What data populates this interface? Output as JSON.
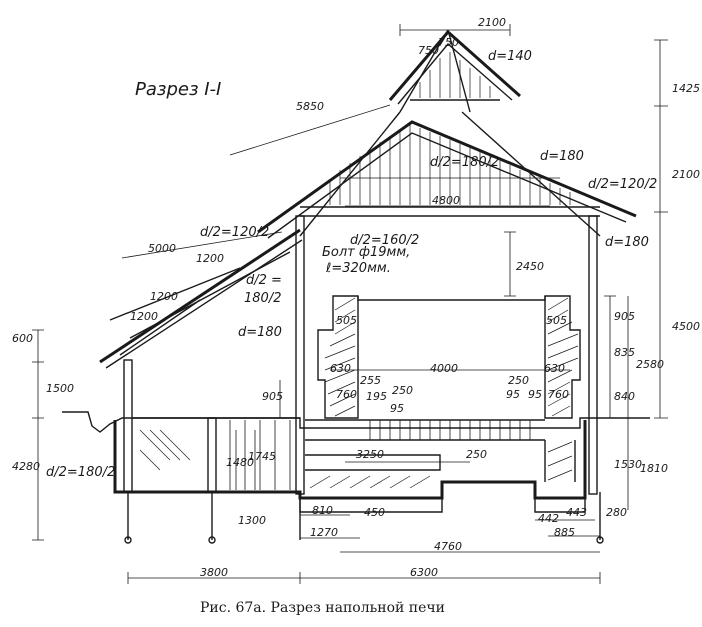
{
  "title": "Разрез I-I",
  "caption": "Рис. 67а. Разрез напольной печи",
  "labels": {
    "d140": "d=140",
    "d180_top": "d=180",
    "d180_right": "d=180",
    "d180_left": "d=180",
    "d180_2_top": "d/2=180/2",
    "d120_2_right": "d/2=120/2",
    "d120_2_left": "d/2=120/2",
    "d160_2": "d/2=160/2",
    "d2_left": "d/2 =",
    "d2_left_val": "180/2",
    "d180_2_ground": "d/2=180/2",
    "bolt1": "Болт ф19мм,",
    "bolt2": "ℓ=320мм."
  },
  "dims": {
    "d2100_top": "2100",
    "d750a": "750",
    "d750b": "750",
    "d5850": "5850",
    "d1425": "1425",
    "d2100_right": "2100",
    "d4800": "4800",
    "d2450": "2450",
    "d4500": "4500",
    "d2580": "2580",
    "d905_right": "905",
    "d835": "835",
    "d840": "840",
    "d1530": "1530",
    "d1810": "1810",
    "d5000": "5000",
    "d1200a": "1200",
    "d1200b": "1200",
    "d1200c": "1200",
    "d600": "600",
    "d1500": "1500",
    "d4280": "4280",
    "d505_left": "505",
    "d505_right": "505",
    "d630_left": "630",
    "d630_right": "630",
    "d4000": "4000",
    "d760_left": "760",
    "d760_right": "760",
    "d255": "255",
    "d195": "195",
    "d250a": "250",
    "d95a": "95",
    "d250b": "250",
    "d95b": "95",
    "d95c": "95",
    "d905_left": "905",
    "d1480": "1480",
    "d1745": "1745",
    "d3250": "3250",
    "d250c": "250",
    "d1300": "1300",
    "d810": "810",
    "d450": "450",
    "d1270": "1270",
    "d442": "442",
    "d443": "443",
    "d885": "885",
    "d280": "280",
    "d4760": "4760",
    "d3800": "3800",
    "d6300": "6300"
  }
}
